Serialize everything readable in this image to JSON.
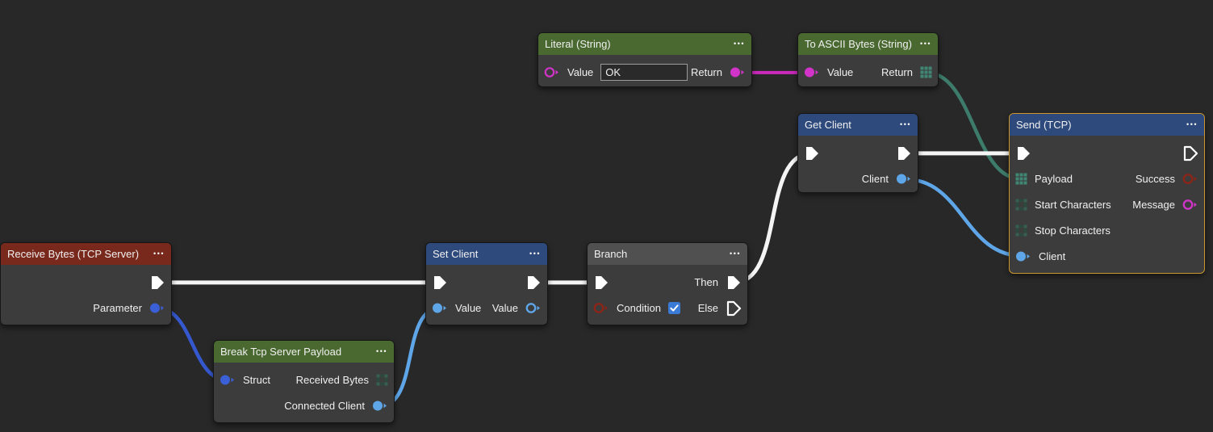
{
  "icons": {
    "ellipsis": "•••",
    "exec_pin": "arrow-pentagon",
    "data_pin": "circle-with-nub",
    "array_pin": "3x3-grid",
    "check": "checkmark"
  },
  "colors": {
    "canvas_bg": "#282828",
    "node_body": "#3c3c3c",
    "selection_border": "#c9962e",
    "header_green": "#4a6930",
    "header_blue": "#2e4a7c",
    "header_red": "#79291c",
    "header_gray": "#505050",
    "exec_wire": "#f4f4f4",
    "string_pin": "#d233c8",
    "bytes_pin": "#3f8773",
    "client_pin": "#5ea6e8",
    "struct_pin": "#3a5fd6",
    "bool_pin": "#8c2518",
    "checkbox_blue": "#3b7bd8"
  },
  "nodes": {
    "literal": {
      "title": "Literal (String)",
      "value_label": "Value",
      "value_text": "OK",
      "return_label": "Return"
    },
    "to_ascii": {
      "title": "To ASCII Bytes (String)",
      "value_label": "Value",
      "return_label": "Return"
    },
    "get_client": {
      "title": "Get Client",
      "client_label": "Client"
    },
    "send_tcp": {
      "title": "Send (TCP)",
      "payload_label": "Payload",
      "start_label": "Start Characters",
      "stop_label": "Stop Characters",
      "client_label": "Client",
      "success_label": "Success",
      "message_label": "Message",
      "selected": true
    },
    "receive": {
      "title": "Receive Bytes (TCP Server)",
      "parameter_label": "Parameter"
    },
    "set_client": {
      "title": "Set Client",
      "value_in_label": "Value",
      "value_out_label": "Value"
    },
    "branch": {
      "title": "Branch",
      "condition_label": "Condition",
      "condition_checked": true,
      "then_label": "Then",
      "else_label": "Else"
    },
    "break_payload": {
      "title": "Break Tcp Server Payload",
      "struct_label": "Struct",
      "received_label": "Received Bytes",
      "connected_label": "Connected Client"
    }
  },
  "connections": [
    {
      "from": "literal.return",
      "to": "to_ascii.value",
      "color": "#cc29bd",
      "width": 4
    },
    {
      "from": "to_ascii.return",
      "to": "send_tcp.payload",
      "color": "#3d7c6b",
      "width": 4.5
    },
    {
      "from": "receive.exec_out",
      "to": "set_client.exec_in",
      "color": "#f4f4f4",
      "width": 5
    },
    {
      "from": "receive.parameter",
      "to": "break_payload.struct",
      "color": "#3558cf",
      "width": 4.5
    },
    {
      "from": "break_payload.connected",
      "to": "set_client.value_in",
      "color": "#5ea6e8",
      "width": 4.5
    },
    {
      "from": "set_client.exec_out",
      "to": "branch.exec_in",
      "color": "#f4f4f4",
      "width": 5
    },
    {
      "from": "branch.then",
      "to": "get_client.exec_in",
      "color": "#f4f4f4",
      "width": 5
    },
    {
      "from": "get_client.exec_out",
      "to": "send_tcp.exec_in",
      "color": "#f4f4f4",
      "width": 5
    },
    {
      "from": "get_client.client",
      "to": "send_tcp.client",
      "color": "#5ea6e8",
      "width": 4.5
    }
  ]
}
